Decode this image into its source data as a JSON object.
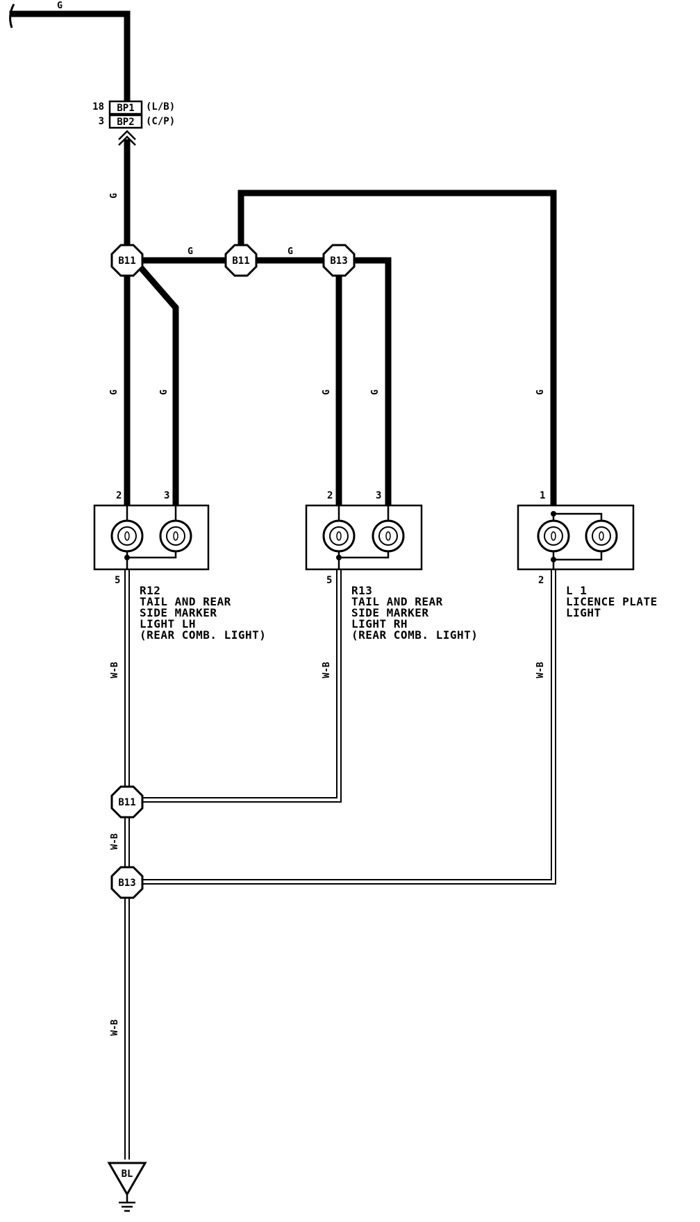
{
  "wires": {
    "g": "G",
    "wb": "W-B"
  },
  "connector_bp": {
    "rows": [
      {
        "pin": "18",
        "code": "BP1",
        "note": "(L/B)"
      },
      {
        "pin": "3",
        "code": "BP2",
        "note": "(C/P)"
      }
    ]
  },
  "junctions": {
    "j1": "B11",
    "j2": "B11",
    "j3": "B13",
    "j4": "B11",
    "j5": "B13"
  },
  "components": {
    "r12": {
      "pin_top_a": "2",
      "pin_top_b": "3",
      "pin_bottom": "5",
      "lines": [
        "R12",
        "TAIL AND REAR",
        "SIDE MARKER",
        "LIGHT LH",
        "(REAR COMB. LIGHT)"
      ]
    },
    "r13": {
      "pin_top_a": "2",
      "pin_top_b": "3",
      "pin_bottom": "5",
      "lines": [
        "R13",
        "TAIL AND REAR",
        "SIDE MARKER",
        "LIGHT RH",
        "(REAR COMB. LIGHT)"
      ]
    },
    "l1": {
      "pin_top": "1",
      "pin_bottom": "2",
      "lines": [
        "L 1",
        "LICENCE PLATE",
        "LIGHT"
      ]
    }
  },
  "ground": {
    "code": "BL"
  },
  "colors": {
    "line": "#000000",
    "background": "#ffffff"
  }
}
